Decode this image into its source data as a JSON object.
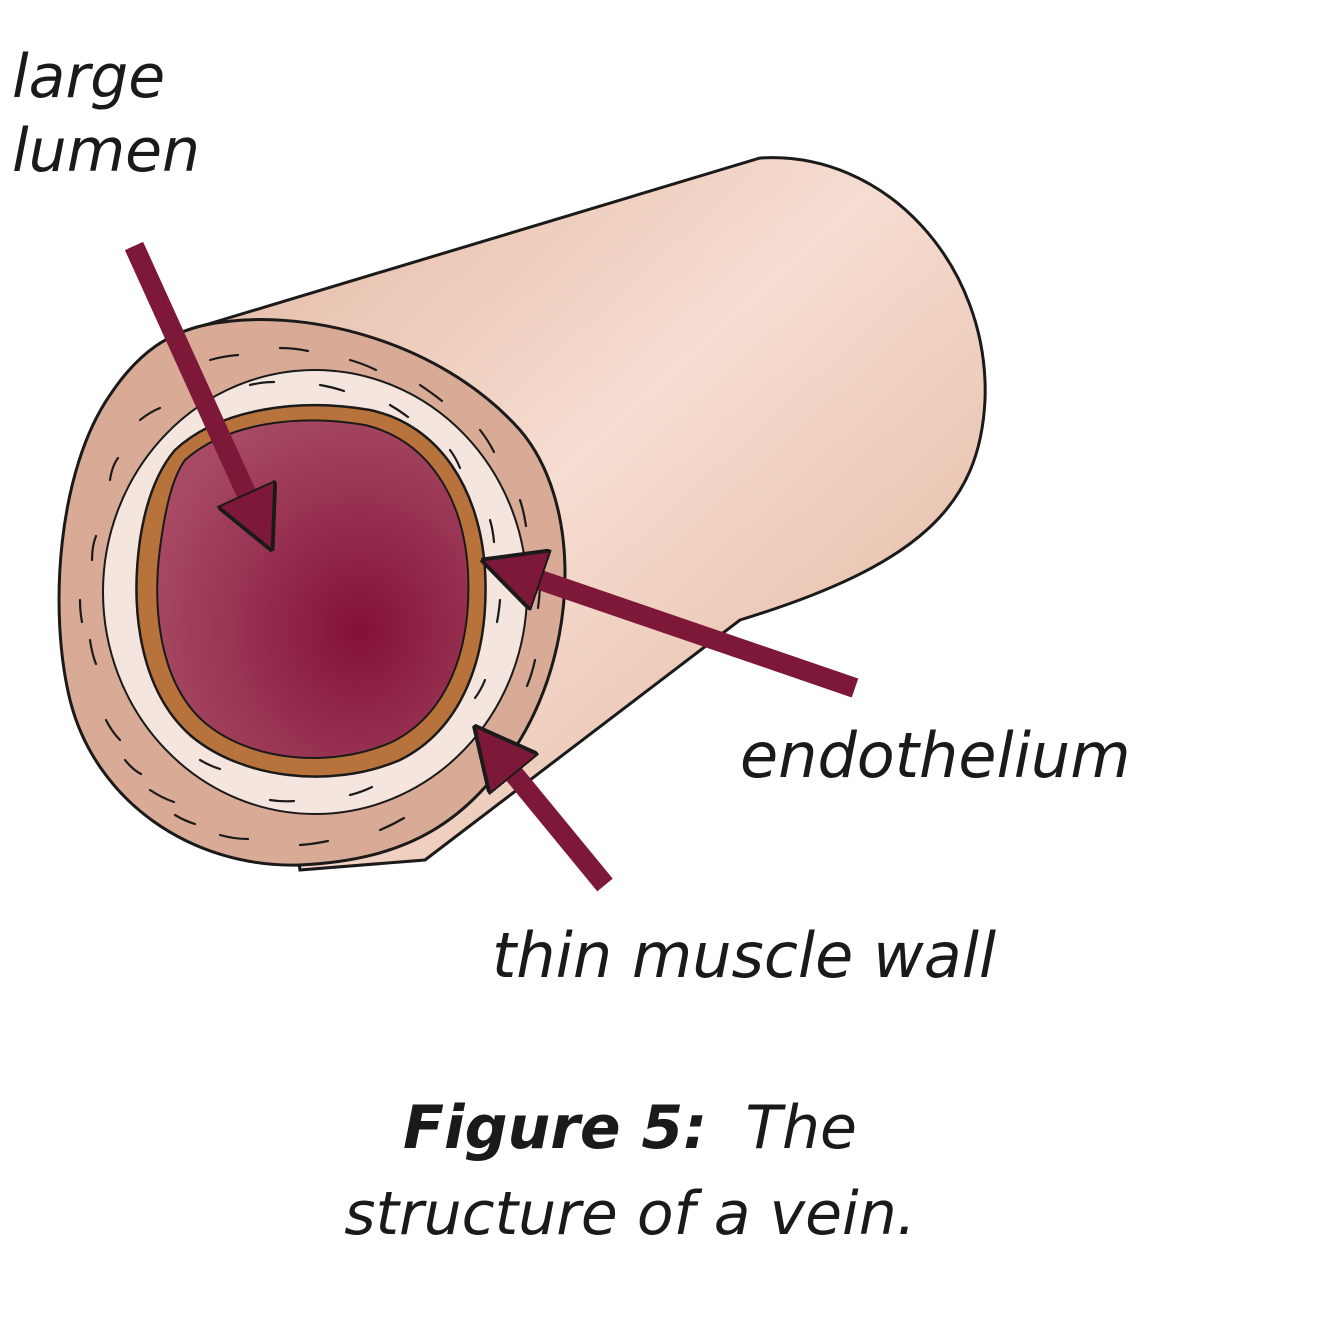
{
  "labels": {
    "lumen_line1": "large",
    "lumen_line2": "lumen",
    "endothelium": "endothelium",
    "muscle_wall": "thin muscle wall"
  },
  "caption": {
    "figure_number": "Figure 5:",
    "title_part1": "The",
    "title_part2": "structure of a vein."
  },
  "colors": {
    "outer_wall": "#e7c1ae",
    "outer_wall_shadow": "#c98f78",
    "muscle_layer": "#d6a995",
    "elastic_layer": "#f6ebe4",
    "endothelium": "#b8733c",
    "lumen": "#8c1a3c",
    "arrow": "#7d1838",
    "outline": "#1a1a1a"
  }
}
